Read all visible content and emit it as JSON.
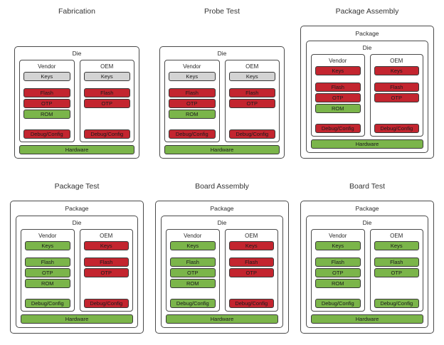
{
  "colors": {
    "locked_red": "#c3252f",
    "open_green": "#7bb54a",
    "neutral_gray": "#d3d3d3",
    "outline": "#4a4a4a",
    "text": "#2a2a2a"
  },
  "panels": [
    {
      "title": "Fabrication",
      "wrapper": null,
      "die_label": "Die",
      "columns": [
        {
          "label": "Vendor",
          "items": [
            {
              "label": "Keys",
              "status": "neutral"
            },
            {
              "label": "Flash",
              "status": "locked"
            },
            {
              "label": "OTP",
              "status": "locked"
            },
            {
              "label": "ROM",
              "status": "open"
            },
            {
              "label": "Debug/Config",
              "status": "locked"
            }
          ]
        },
        {
          "label": "OEM",
          "items": [
            {
              "label": "Keys",
              "status": "neutral"
            },
            {
              "label": "Flash",
              "status": "locked"
            },
            {
              "label": "OTP",
              "status": "locked"
            },
            {
              "label": "Debug/Config",
              "status": "locked"
            }
          ]
        }
      ],
      "hardware": {
        "label": "Hardware",
        "status": "open"
      }
    },
    {
      "title": "Probe Test",
      "wrapper": null,
      "die_label": "Die",
      "columns": [
        {
          "label": "Vendor",
          "items": [
            {
              "label": "Keys",
              "status": "neutral"
            },
            {
              "label": "Flash",
              "status": "locked"
            },
            {
              "label": "OTP",
              "status": "locked"
            },
            {
              "label": "ROM",
              "status": "open"
            },
            {
              "label": "Debug/Config",
              "status": "locked"
            }
          ]
        },
        {
          "label": "OEM",
          "items": [
            {
              "label": "Keys",
              "status": "neutral"
            },
            {
              "label": "Flash",
              "status": "locked"
            },
            {
              "label": "OTP",
              "status": "locked"
            },
            {
              "label": "Debug/Config",
              "status": "locked"
            }
          ]
        }
      ],
      "hardware": {
        "label": "Hardware",
        "status": "open"
      }
    },
    {
      "title": "Package Assembly",
      "wrapper": "Package",
      "die_label": "Die",
      "columns": [
        {
          "label": "Vendor",
          "items": [
            {
              "label": "Keys",
              "status": "locked"
            },
            {
              "label": "Flash",
              "status": "locked"
            },
            {
              "label": "OTP",
              "status": "locked"
            },
            {
              "label": "ROM",
              "status": "open"
            },
            {
              "label": "Debug/Config",
              "status": "locked"
            }
          ]
        },
        {
          "label": "OEM",
          "items": [
            {
              "label": "Keys",
              "status": "locked"
            },
            {
              "label": "Flash",
              "status": "locked"
            },
            {
              "label": "OTP",
              "status": "locked"
            },
            {
              "label": "Debug/Config",
              "status": "locked"
            }
          ]
        }
      ],
      "hardware": {
        "label": "Hardware",
        "status": "open"
      }
    },
    {
      "title": "Package Test",
      "wrapper": "Package",
      "die_label": "Die",
      "columns": [
        {
          "label": "Vendor",
          "items": [
            {
              "label": "Keys",
              "status": "open"
            },
            {
              "label": "Flash",
              "status": "open"
            },
            {
              "label": "OTP",
              "status": "open"
            },
            {
              "label": "ROM",
              "status": "open"
            },
            {
              "label": "Debug/Config",
              "status": "open"
            }
          ]
        },
        {
          "label": "OEM",
          "items": [
            {
              "label": "Keys",
              "status": "locked"
            },
            {
              "label": "Flash",
              "status": "locked"
            },
            {
              "label": "OTP",
              "status": "locked"
            },
            {
              "label": "Debug/Config",
              "status": "locked"
            }
          ]
        }
      ],
      "hardware": {
        "label": "Hardware",
        "status": "open"
      }
    },
    {
      "title": "Board Assembly",
      "wrapper": "Package",
      "die_label": "Die",
      "columns": [
        {
          "label": "Vendor",
          "items": [
            {
              "label": "Keys",
              "status": "open"
            },
            {
              "label": "Flash",
              "status": "open"
            },
            {
              "label": "OTP",
              "status": "open"
            },
            {
              "label": "ROM",
              "status": "open"
            },
            {
              "label": "Debug/Config",
              "status": "open"
            }
          ]
        },
        {
          "label": "OEM",
          "items": [
            {
              "label": "Keys",
              "status": "locked"
            },
            {
              "label": "Flash",
              "status": "locked"
            },
            {
              "label": "OTP",
              "status": "locked"
            },
            {
              "label": "Debug/Config",
              "status": "locked"
            }
          ]
        }
      ],
      "hardware": {
        "label": "Hardware",
        "status": "open"
      }
    },
    {
      "title": "Board Test",
      "wrapper": "Package",
      "die_label": "Die",
      "columns": [
        {
          "label": "Vendor",
          "items": [
            {
              "label": "Keys",
              "status": "open"
            },
            {
              "label": "Flash",
              "status": "open"
            },
            {
              "label": "OTP",
              "status": "open"
            },
            {
              "label": "ROM",
              "status": "open"
            },
            {
              "label": "Debug/Config",
              "status": "open"
            }
          ]
        },
        {
          "label": "OEM",
          "items": [
            {
              "label": "Keys",
              "status": "open"
            },
            {
              "label": "Flash",
              "status": "open"
            },
            {
              "label": "OTP",
              "status": "open"
            },
            {
              "label": "Debug/Config",
              "status": "open"
            }
          ]
        }
      ],
      "hardware": {
        "label": "Hardware",
        "status": "open"
      }
    }
  ]
}
